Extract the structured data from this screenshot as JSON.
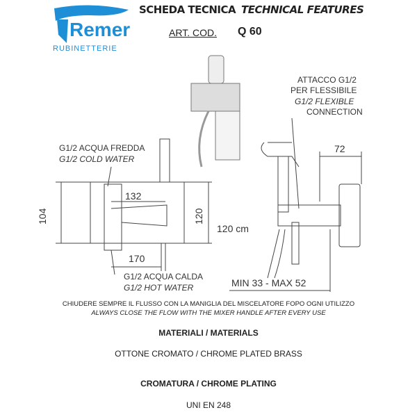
{
  "logo": {
    "brand": "Remer",
    "sub": "RUBINETTERIE",
    "color": "#1e8fd6"
  },
  "header": {
    "title_it": "SCHEDA TECNICA",
    "title_en": "TECHNICAL FEATURES",
    "art_label": "ART. COD.",
    "art_code": "Q 60"
  },
  "drawing": {
    "attacco": [
      "ATTACCO G1/2",
      "PER FLESSIBILE",
      "G1/2 FLEXIBLE",
      "CONNECTION"
    ],
    "cold": [
      "G1/2 ACQUA FREDDA",
      "G1/2 COLD WATER"
    ],
    "hot": [
      "G1/2 ACQUA CALDA",
      "G1/2 HOT WATER"
    ],
    "dims": {
      "d132": "132",
      "d104": "104",
      "d120": "120",
      "d170": "170",
      "d72": "72",
      "hose": "120 cm",
      "range": "MIN 33 - MAX 52"
    }
  },
  "notice": {
    "it": "CHIUDERE SEMPRE IL FLUSSO CON LA MANIGLIA DEL MISCELATORE FOPO OGNI UTILIZZO",
    "en": "ALWAYS CLOSE THE FLOW WITH THE MIXER HANDLE AFTER EVERY USE"
  },
  "materials": {
    "title": "MATERIALI / MATERIALS",
    "value": "OTTONE CROMATO / CHROME PLATED BRASS"
  },
  "plating": {
    "title": "CROMATURA / CHROME PLATING",
    "value": "UNI EN 248"
  }
}
